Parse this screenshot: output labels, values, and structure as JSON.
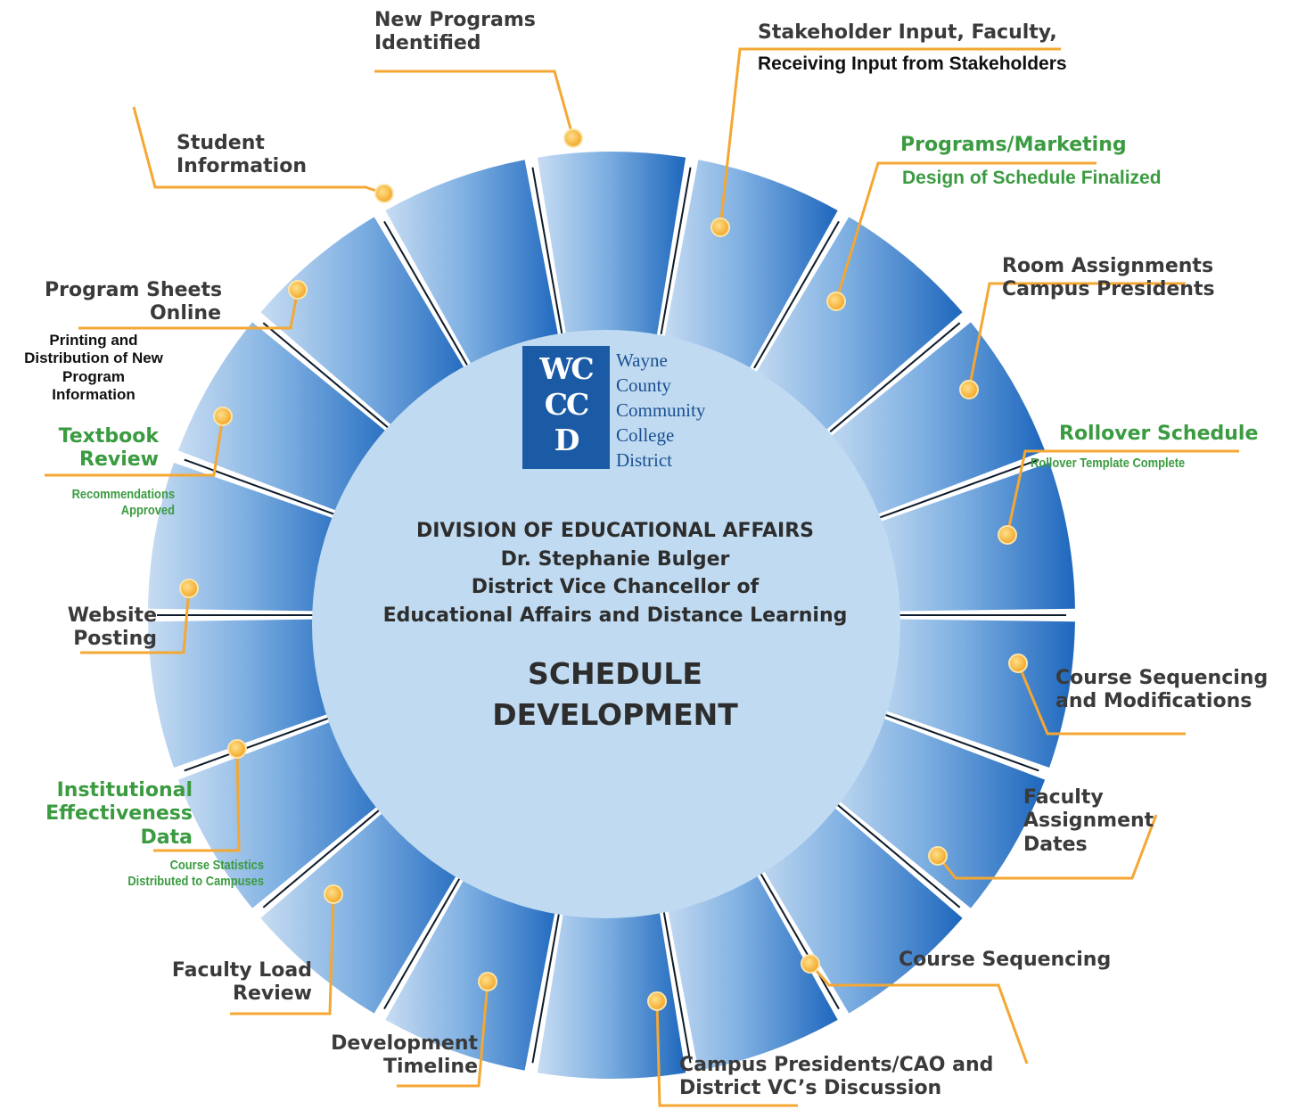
{
  "logo": {
    "letters": [
      "WC",
      "CC",
      "D"
    ],
    "name_lines": [
      "Wayne",
      "County",
      "Community",
      "College",
      "District"
    ]
  },
  "center": {
    "division": "DIVISION OF EDUCATIONAL AFFAIRS",
    "person": "Dr. Stephanie Bulger",
    "role_line1": "District Vice Chancellor of",
    "role_line2": "Educational Affairs and Distance Learning",
    "title_line1": "SCHEDULE",
    "title_line2": "DEVELOPMENT"
  },
  "labels": {
    "new_programs": {
      "line1": "New Programs",
      "line2": "Identified"
    },
    "stakeholder": {
      "line1": "Stakeholder Input, Faculty,",
      "line2": "Receiving Input from Stakeholders"
    },
    "programs_marketing": {
      "line1": "Programs/Marketing",
      "line2": "Design of Schedule Finalized"
    },
    "room_assignments": {
      "line1": "Room Assignments",
      "line2": "Campus Presidents"
    },
    "rollover": {
      "line1": "Rollover Schedule",
      "line2": "Rollover Template Complete"
    },
    "course_seq_mod": {
      "line1": "Course Sequencing",
      "line2": "and Modifications"
    },
    "faculty_assignment": {
      "line1": "Faculty",
      "line2": "Assignment",
      "line3": "Dates"
    },
    "course_sequencing": {
      "line1": "Course Sequencing"
    },
    "campus_presidents": {
      "line1": "Campus Presidents/CAO and",
      "line2": "District VC’s Discussion"
    },
    "dev_timeline": {
      "line1": "Development",
      "line2": "Timeline"
    },
    "faculty_load": {
      "line1": "Faculty Load",
      "line2": "Review"
    },
    "inst_eff": {
      "line1": "Institutional",
      "line2": "Effectiveness",
      "line3": "Data"
    },
    "course_stats": {
      "line1": "Course Statistics",
      "line2": "Distributed to Campuses"
    },
    "website": {
      "line1": "Website",
      "line2": "Posting"
    },
    "textbook": {
      "line1": "Textbook",
      "line2": "Review"
    },
    "recommendations": {
      "line1": "Recommendations",
      "line2": "Approved"
    },
    "printing": {
      "line1": "Printing and",
      "line2": "Distribution of New",
      "line3": "Program",
      "line4": "Information"
    },
    "program_sheets": {
      "line1": "Program Sheets",
      "line2": "Online"
    },
    "student_info": {
      "line1": "Student",
      "line2": "Information"
    }
  },
  "colors": {
    "segment_light": "#c7dcf2",
    "segment_dark": "#1e67bd",
    "center_fill": "#c0dbf1",
    "leader_line": "#f4a733",
    "dot": "#f6b93b",
    "green_text": "#3a9b40",
    "gray_text": "#3a3a3a"
  }
}
